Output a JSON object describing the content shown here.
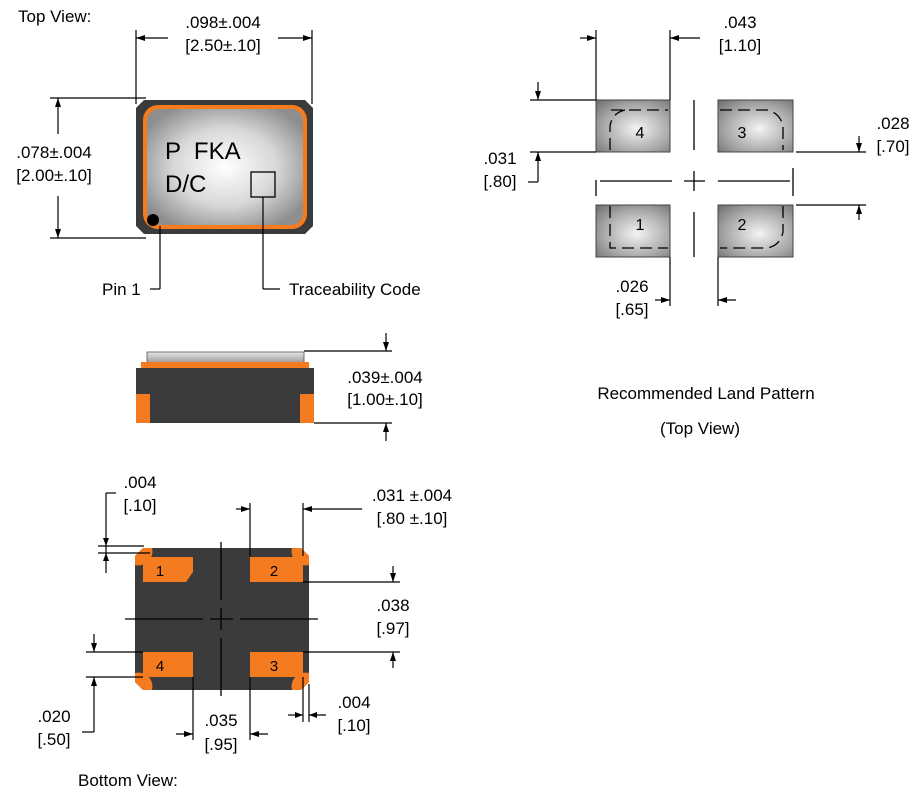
{
  "top_view": {
    "heading": "Top View:",
    "width_in": ".098±.004",
    "width_mm": "[2.50±.10]",
    "height_in": ".078±.004",
    "height_mm": "[2.00±.10]",
    "marking_line1": "P  FKA",
    "marking_line2": "D/C",
    "pin1_label": "Pin 1",
    "trace_label": "Traceability Code"
  },
  "side_view": {
    "thickness_in": ".039±.004",
    "thickness_mm": "[1.00±.10]"
  },
  "bottom_view": {
    "heading": "Bottom View:",
    "corner_gap_in": ".004",
    "corner_gap_mm": "[.10]",
    "pad_width_in": ".031 ±.004",
    "pad_width_mm": "[.80 ±.10]",
    "pad_pitch_in": ".038",
    "pad_pitch_mm": "[.97]",
    "pad_height_in": ".020",
    "pad_height_mm": "[.50]",
    "pad_gap_in": ".035",
    "pad_gap_mm": "[.95]",
    "edge_gap_in": ".004",
    "edge_gap_mm": "[.10]",
    "pins": [
      "1",
      "2",
      "4",
      "3"
    ]
  },
  "land_pattern": {
    "top_in": ".043",
    "top_mm": "[1.10]",
    "right_in": ".028",
    "right_mm": "[.70]",
    "left_in": ".031",
    "left_mm": "[.80]",
    "bottom_in": ".026",
    "bottom_mm": "[.65]",
    "pads": [
      "4",
      "3",
      "1",
      "2"
    ],
    "caption_line1": "Recommended Land Pattern",
    "caption_line2": "(Top View)"
  },
  "colors": {
    "pad_orange": "#f47b20",
    "body_dark": "#3b3b3b",
    "land_pad_gray": "#8a8a8a"
  }
}
